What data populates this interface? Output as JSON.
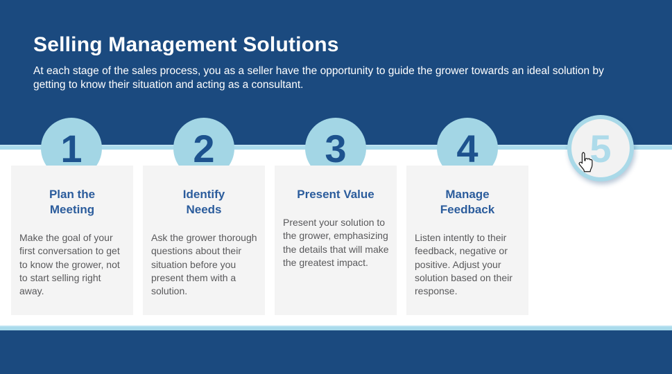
{
  "header": {
    "title": "Selling Management Solutions",
    "subtitle": "At each stage of the sales process, you as a seller have the opportunity to guide the grower towards an ideal solution by getting to know their situation and acting as a consultant."
  },
  "stages": [
    {
      "number": "1",
      "title": "Plan the Meeting",
      "description": "Make the goal of your first conversation to get to know the grower, not to start selling right away.",
      "state": "active"
    },
    {
      "number": "2",
      "title": "Identify Needs",
      "description": "Ask the grower thorough questions about their situation before you present them with a solution.",
      "state": "active"
    },
    {
      "number": "3",
      "title": "Present Value",
      "description": "Present your solution to the grower, emphasizing the details that will make the greatest impact.",
      "state": "active"
    },
    {
      "number": "4",
      "title": "Manage Feedback",
      "description": "Listen intently to their feedback, negative or positive. Adjust your solution based on their response.",
      "state": "active"
    },
    {
      "number": "5",
      "state": "hovered-unrevealed"
    }
  ],
  "cursor": {
    "type": "hand-pointer",
    "over": "stage-5-circle"
  },
  "colors": {
    "header_bg": "#1b4a7f",
    "footer_bg": "#1b4a7f",
    "accent_strip": "#a9dbec",
    "circle_fill": "#a3d6e5",
    "circle_number": "#1d528e",
    "hover_circle_fill": "#f2f2f2",
    "hover_circle_ring": "#a9d9e8",
    "hover_circle_number": "#aedbea",
    "card_bg": "#f4f4f4",
    "card_title": "#2b5c9c",
    "card_body": "#59595b",
    "text_on_dark": "#ffffff"
  }
}
